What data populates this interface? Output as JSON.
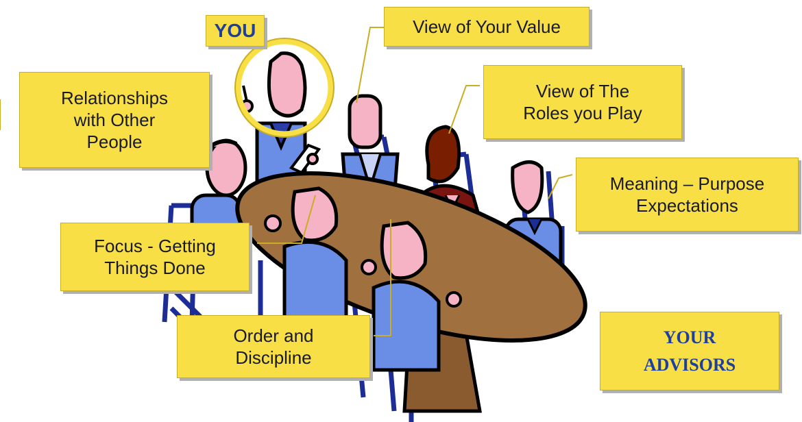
{
  "labels": {
    "you": "YOU",
    "value": "View of Your Value",
    "relationships": "Relationships\nwith Other\nPeople",
    "roles": "View of The\nRoles you Play",
    "meaning": "Meaning – Purpose\nExpectations",
    "focus": "Focus - Getting\nThings Done",
    "order": "Order and\nDiscipline",
    "advisors": "YOUR\nADVISORS"
  },
  "colors": {
    "label_fill": "#f7df45",
    "label_text": "#1a1a2e",
    "accent_blue": "#1f3f9c",
    "table": "#a0703f",
    "skin": "#f6b3c6",
    "shirt": "#6a8de6",
    "chair": "#1c2d95",
    "woman_hair": "#7a1e00",
    "woman_dress": "#7a1410"
  },
  "icons": {
    "scene": "meeting-table-clipart",
    "spotlight": "magnifier-ring-icon"
  }
}
